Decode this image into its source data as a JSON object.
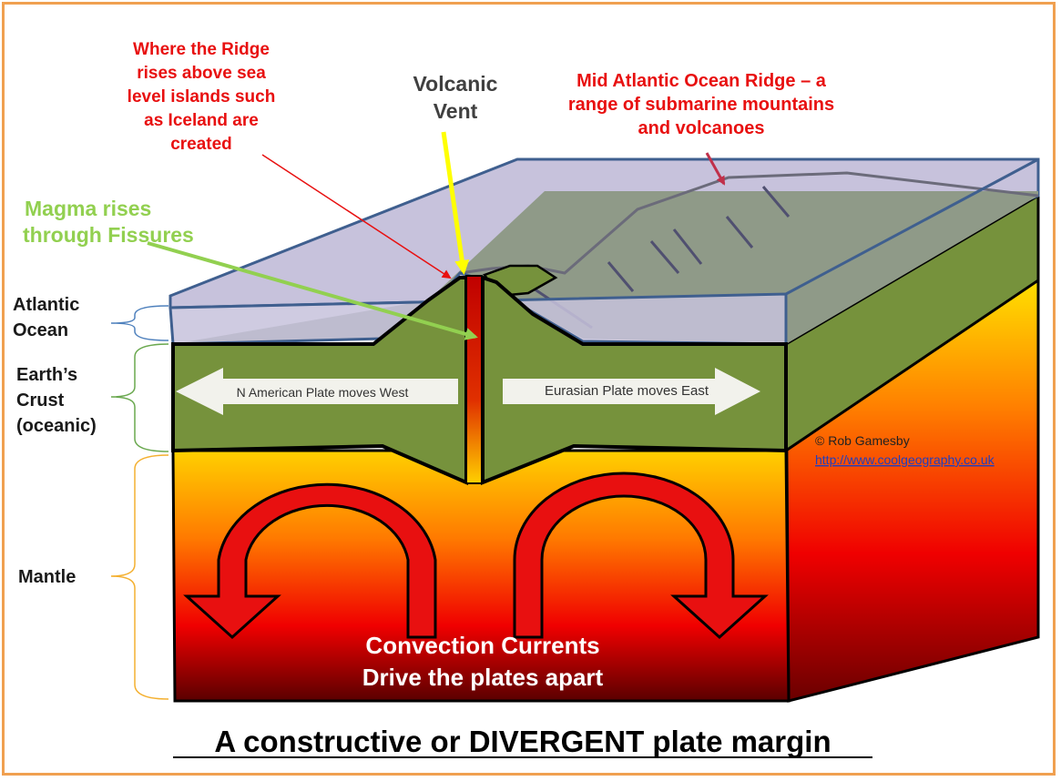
{
  "labels": {
    "ridge_islands": [
      "Where the Ridge",
      "rises above sea",
      "level islands such",
      "as Iceland are",
      "created"
    ],
    "volcanic_vent": [
      "Volcanic",
      "Vent"
    ],
    "mid_atlantic": [
      "Mid Atlantic Ocean Ridge – a",
      "range of submarine mountains",
      "and volcanoes"
    ],
    "magma": [
      "Magma rises",
      "through Fissures"
    ],
    "atlantic_ocean": [
      "Atlantic",
      "Ocean"
    ],
    "earths_crust": [
      "Earth’s",
      "Crust",
      "(oceanic)"
    ],
    "mantle": "Mantle",
    "plate_west": "N American Plate moves West",
    "plate_east": "Eurasian Plate moves East",
    "copyright": "© Rob Gamesby",
    "url": "http://www.coolgeography.co.uk",
    "convection": [
      "Convection Currents",
      "Drive the plates apart"
    ],
    "title": "A constructive or DIVERGENT plate margin"
  },
  "colors": {
    "red_label": "#E81010",
    "green_label": "#92D050",
    "grey_label": "#404040",
    "crust": "#76923C",
    "seafloor": "#8F9A88",
    "ocean": "#C7C2DC",
    "vent_arrow": "#FFFF00",
    "border": "#F0A050",
    "link": "#1F3FBF"
  }
}
